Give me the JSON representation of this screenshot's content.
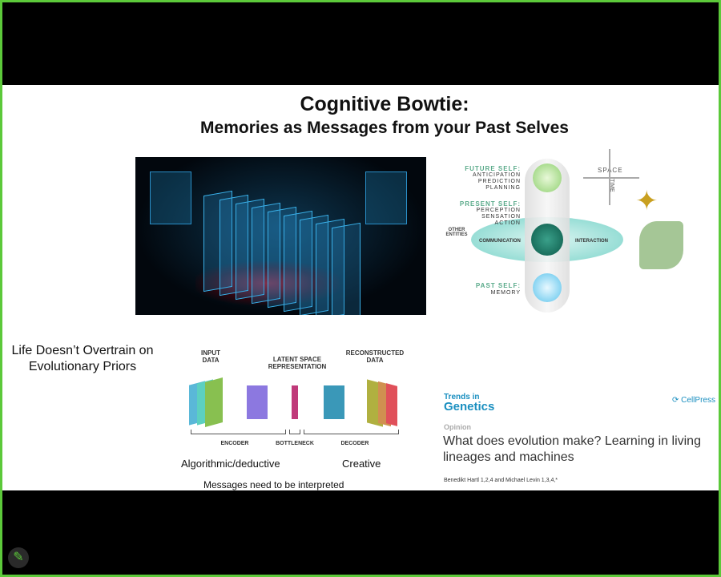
{
  "slide": {
    "title": "Cognitive Bowtie:",
    "subtitle": "Memories as Messages from your Past Selves",
    "side_text": "Life Doesn’t Overtrain on Evolutionary Priors",
    "autoencoder": {
      "input_label": "INPUT DATA",
      "latent_label": "LATENT SPACE REPRESENTATION",
      "output_label": "RECONSTRUCTED DATA",
      "encoder": "ENCODER",
      "bottleneck": "BOTTLENECK",
      "decoder": "DECODER",
      "left_caption": "Algorithmic/deductive",
      "right_caption": "Creative",
      "bottom_caption": "Messages need to be interpreted"
    },
    "selves": {
      "future": "FUTURE SELF:",
      "future_items": "ANTICIPATION PREDICTION PLANNING",
      "present": "PRESENT SELF:",
      "present_items": "PERCEPTION SENSATION ACTION",
      "past": "PAST SELF:",
      "past_items": "MEMORY",
      "other": "OTHER ENTITIES",
      "communication": "COMMUNICATION",
      "interaction": "INTERACTION",
      "space": "SPACE",
      "time": "TIME"
    },
    "paper": {
      "journal_small": "Trends in",
      "journal": "Genetics",
      "publisher": "CellPress",
      "type": "Opinion",
      "title": "What does evolution make? Learning in living lineages and machines",
      "authors": "Benedikt Hartl 1,2,4 and Michael Levin 1,3,4,*"
    }
  },
  "colors": {
    "border": "#5cc93a",
    "journal": "#1a8fc0"
  },
  "controls": {
    "annotate_icon": "pencil-icon"
  }
}
